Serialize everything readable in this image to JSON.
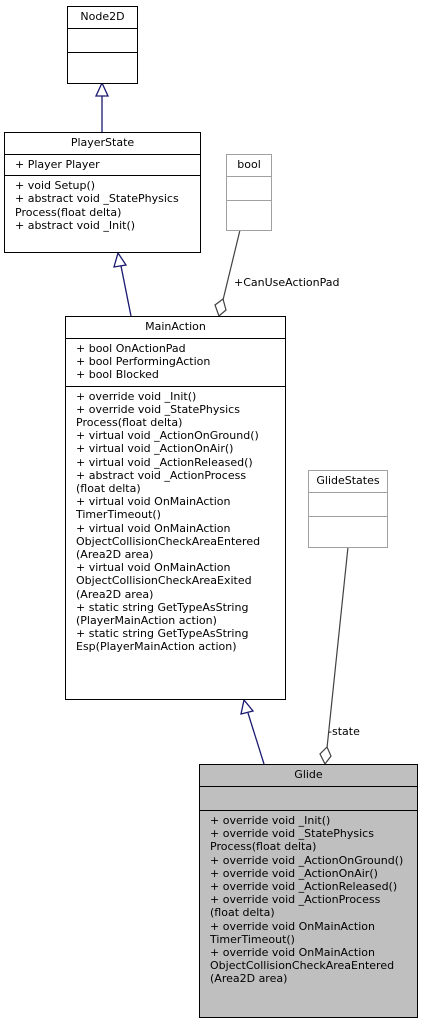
{
  "classes": {
    "node2d": {
      "name": "Node2D",
      "attributes": [],
      "methods": []
    },
    "player_state": {
      "name": "PlayerState",
      "attributes": [
        "+ Player Player"
      ],
      "methods": [
        "+ void Setup()",
        "+ abstract void _StatePhysics",
        "Process(float delta)",
        "+ abstract void _Init()"
      ]
    },
    "bool": {
      "name": "bool",
      "attributes": [],
      "methods": []
    },
    "main_action": {
      "name": "MainAction",
      "attributes": [
        "+ bool OnActionPad",
        "+ bool PerformingAction",
        "+ bool Blocked"
      ],
      "methods": [
        "+ override void _Init()",
        "+ override void _StatePhysics",
        "Process(float delta)",
        "+ virtual void _ActionOnGround()",
        "+ virtual void _ActionOnAir()",
        "+ virtual void _ActionReleased()",
        "+ abstract void _ActionProcess",
        "(float delta)",
        "+ virtual void OnMainAction",
        "TimerTimeout()",
        "+ virtual void OnMainAction",
        "ObjectCollisionCheckAreaEntered",
        "(Area2D area)",
        "+ virtual void OnMainAction",
        "ObjectCollisionCheckAreaExited",
        "(Area2D area)",
        "+ static string GetTypeAsString",
        "(PlayerMainAction action)",
        "+ static string GetTypeAsString",
        "Esp(PlayerMainAction action)"
      ]
    },
    "glide_states": {
      "name": "GlideStates",
      "attributes": [],
      "methods": []
    },
    "glide": {
      "name": "Glide",
      "attributes": [],
      "methods": [
        "+ override void _Init()",
        "+ override void _StatePhysics",
        "Process(float delta)",
        "+ override void _ActionOnGround()",
        "+ override void _ActionOnAir()",
        "+ override void _ActionReleased()",
        "+ override void _ActionProcess",
        "(float delta)",
        "+ override void OnMainAction",
        "TimerTimeout()",
        "+ override void OnMainAction",
        "ObjectCollisionCheckAreaEntered",
        "(Area2D area)"
      ]
    }
  },
  "edge_labels": {
    "can_use_action_pad": "+CanUseActionPad",
    "state": "-state"
  },
  "colors": {
    "edge": "#191970",
    "edge_gray": "#404040",
    "selected_fill": "#bfbfbf",
    "gray_border": "#a0a0a0"
  }
}
